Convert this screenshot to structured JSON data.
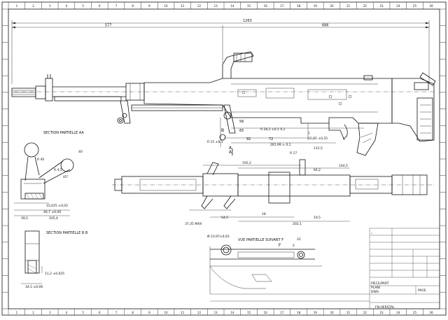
{
  "border": {
    "top_ticks": [
      "1",
      "2",
      "3",
      "4",
      "5",
      "6",
      "7",
      "8",
      "9",
      "10",
      "11",
      "12",
      "13",
      "14",
      "15",
      "16",
      "17",
      "18",
      "19",
      "20",
      "21",
      "22",
      "23",
      "24",
      "25",
      "26"
    ],
    "bottom_ticks": [
      "1",
      "2",
      "3",
      "4",
      "5",
      "6",
      "7",
      "8",
      "9",
      "10",
      "11",
      "12",
      "13",
      "14",
      "15",
      "16",
      "17",
      "18",
      "19",
      "20",
      "21",
      "22",
      "23",
      "24",
      "25",
      "26"
    ]
  },
  "dimensions": {
    "overall_length": "1263",
    "front_length": "577",
    "rear_length": "686",
    "dim_56": "56",
    "dim_65": "65",
    "dim_92": "92",
    "dim_72": "72",
    "dim_radius_top": "R 28,2 ±0,1 0,1",
    "dim_281": "281,99 ± 0,1",
    "dim_7": "7",
    "dim_10_85": "10,85 ±0,35",
    "dim_r15": "R 15 ±0,1",
    "dim_112": "112,5",
    "dim_r17": "R 17",
    "dim_192": "192,2",
    "dim_64": "64,2",
    "dim_144": "144,5",
    "dim_37": "37,35 MAX",
    "dim_54": "54,5",
    "dim_18": "18",
    "dim_202": "202,1",
    "dim_19": "19,5",
    "dim_40": "40",
    "dim_r40": "R 40",
    "dim_r4": "R 4,5",
    "dim_45": "45°",
    "dim_33": "33,025 ±0,02",
    "dim_46": "46,7 ±0,06",
    "dim_39": "39,5",
    "dim_105": "105,4",
    "dim_11": "11,2 ±0,025",
    "dim_34": "34,5 ±0,06",
    "dim_23": "Ø 23,97±0,03",
    "dim_22": "22",
    "dim_2": "2"
  },
  "labels": {
    "section_aa": "SECTION PARTIELLE AA",
    "section_bb": "SECTION PARTIELLE B B",
    "vue_partielle": "VUE PARTIELLE SUIVANT F",
    "label_a1": "A",
    "label_a2": "A",
    "label_b": "B",
    "label_f": "F"
  },
  "title_block": {
    "piece_label": "PIECE/PART",
    "plan_label": "PLAN/",
    "dwg_label": "DWG",
    "company": "FN HERSTAL",
    "page_label": "PAGE"
  }
}
